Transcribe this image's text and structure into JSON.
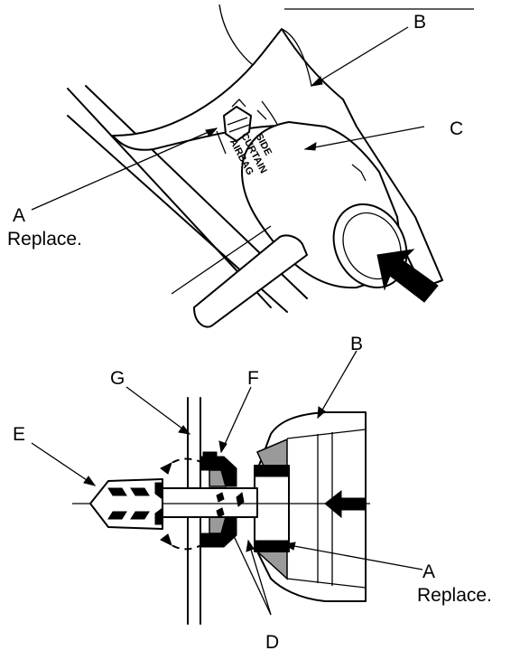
{
  "labels": {
    "a_top": "A",
    "a_top_note": "Replace.",
    "b_top": "B",
    "c": "C",
    "badge_line1": "SIDE",
    "badge_line2": "CURTAIN",
    "badge_line3": "AIRBAG",
    "b_bottom": "B",
    "g": "G",
    "f": "F",
    "e": "E",
    "a_bottom": "A",
    "a_bottom_note": "Replace.",
    "d": "D"
  },
  "colors": {
    "ink": "#000000",
    "paper": "#ffffff",
    "shade": "#9a9a9a"
  }
}
